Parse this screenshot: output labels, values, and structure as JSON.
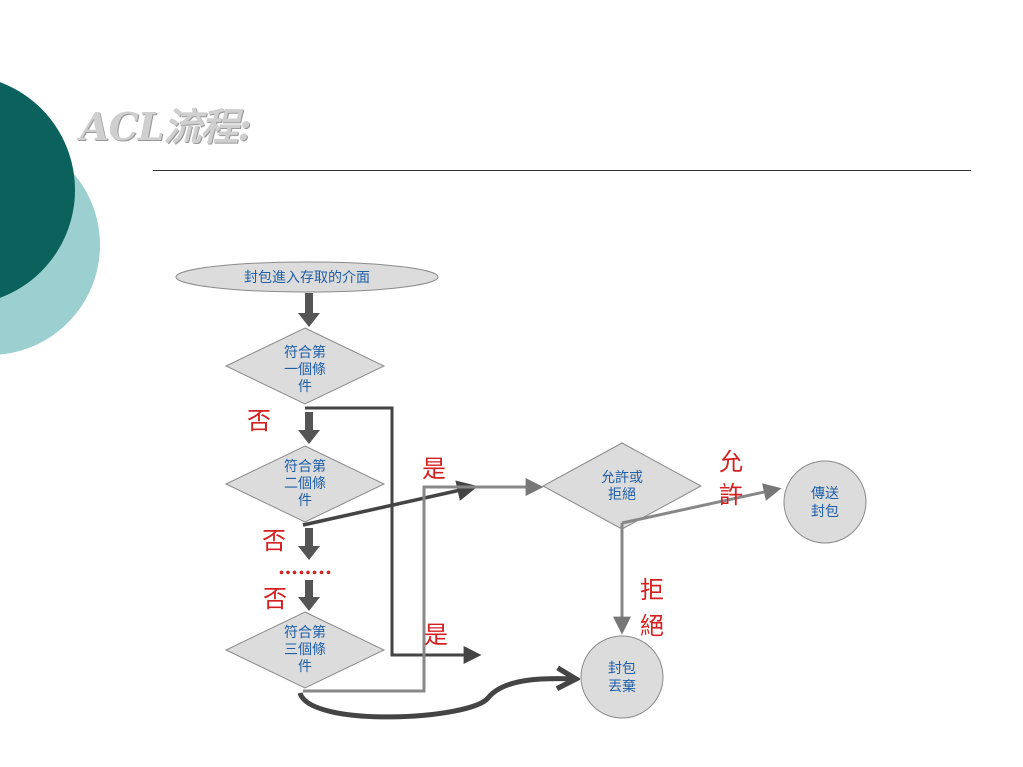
{
  "title": "ACL流程:",
  "nodes": {
    "start": "封包進入存取的介面",
    "cond1": [
      "符合第",
      "一個條",
      "件"
    ],
    "cond2": [
      "符合第",
      "二個條",
      "件"
    ],
    "cond3": [
      "符合第",
      "三個條",
      "件"
    ],
    "decide": [
      "允許或",
      "拒絕"
    ],
    "send": [
      "傳送",
      "封包"
    ],
    "drop": [
      "封包",
      "丟棄"
    ]
  },
  "labels": {
    "no1": "否",
    "no2": "否",
    "no3": "否",
    "dots": "……..",
    "yes1": "是",
    "yes2": "是",
    "allow": [
      "允",
      "許"
    ],
    "deny": [
      "拒",
      "絕"
    ]
  },
  "colors": {
    "teal_dark": "#0b615c",
    "teal_light": "#9ccfcf",
    "node_fill": "#dcdcdc",
    "node_stroke": "#8a8a8a",
    "node_text": "#1f5fa8",
    "label_red": "#d42020"
  }
}
